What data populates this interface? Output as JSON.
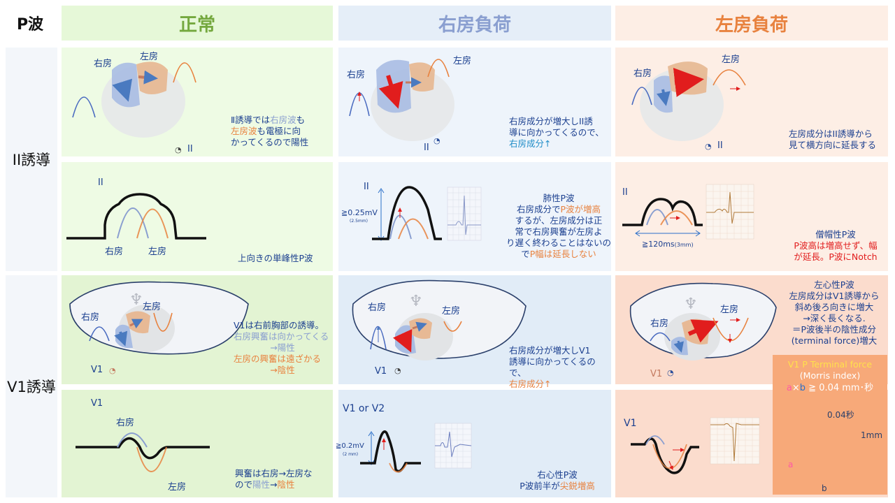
{
  "header": {
    "corner": "P波",
    "col_normal": "正常",
    "col_ra": "右房負荷",
    "col_la": "左房負荷"
  },
  "rows": {
    "ii": "II誘導",
    "v1": "V1誘導"
  },
  "colors": {
    "normal": "#74a83e",
    "right_atrium": "#8a9fd0",
    "left_atrium": "#e8823f",
    "text_blue": "#1b3f8f",
    "accent_cyan": "#1f8cc7",
    "red": "#e11d1d"
  },
  "labels": {
    "right_atrium": "右房",
    "left_atrium": "左房",
    "lead_ii": "II",
    "lead_v1": "V1",
    "lead_v1_v2": "V1 or V2"
  },
  "normal_ii_heart": {
    "line1_a": "Ⅱ誘導では",
    "line1_b": "右房波",
    "line1_c": "も",
    "line2_a": "左房波",
    "line2_b": "も電極に向",
    "line3": "かってくるので陽性"
  },
  "normal_ii_wave": {
    "desc": "上向きの単峰性P波"
  },
  "ra_ii_heart": {
    "line1": "右房成分が増大しII誘",
    "line2": "導に向かってくるので、",
    "line3": "右房成分↑"
  },
  "ra_ii_wave": {
    "amp": "≧0.25mV",
    "amp_sub": "(2.5mm)",
    "title": "肺性P波",
    "line1_a": "右房成分で",
    "line1_b": "P波が増高",
    "line2": "するが、左房成分は正",
    "line3": "常で右房興奮が左房よ",
    "line4": "り遅く終わることはないの",
    "line5_a": "で",
    "line5_b": "P幅は延長しない"
  },
  "la_ii_heart": {
    "line1": "左房成分はII誘導から",
    "line2": "見て横方向に延長する"
  },
  "la_ii_wave": {
    "dur": "≧120ms",
    "dur_sub": "(3mm)",
    "title": "僧帽性P波",
    "line1": "P波高は増高せず、幅",
    "line2": "が延長。P波にNotch"
  },
  "normal_v1_heart": {
    "line1": "V1は右前胸部の誘導。",
    "line2": "右房興奮は向かってくる",
    "line3": "→陽性",
    "line4": "左房の興奮は遠ざかる",
    "line5": "→陰性"
  },
  "normal_v1_wave": {
    "line1": "興奮は右房→左房な",
    "line2_a": "ので",
    "line2_b": "陽性",
    "line2_c": "→",
    "line2_d": "陰性"
  },
  "ra_v1_heart": {
    "line1": "右房成分が増大しV1",
    "line2": "誘導に向かってくるので、",
    "line3": "右房成分↑"
  },
  "ra_v1_wave": {
    "amp": "≧0.2mV",
    "amp_sub": "(2 mm)",
    "title": "右心性P波",
    "line2_a": "P波前半が",
    "line2_b": "尖鋭増高"
  },
  "la_v1_heart": {
    "title": "左心性P波",
    "line1": "左房成分はV1誘導から",
    "line2": "斜め後ろ向きに増大",
    "line3": "→深く長くなる.",
    "line4": "＝P波後半の陰性成分",
    "line5": "(terminal force)増大"
  },
  "terminal_force": {
    "title": "V1 P Terminal force",
    "subtitle": "(Morris index)",
    "formula_a": "a",
    "formula_x": "×",
    "formula_b": "b",
    "formula_rest": " ≧ 0.04 mm･秒",
    "sec_label": "0.04秒",
    "mm_label": "1mm",
    "a_label": "a",
    "b_label": "b"
  }
}
